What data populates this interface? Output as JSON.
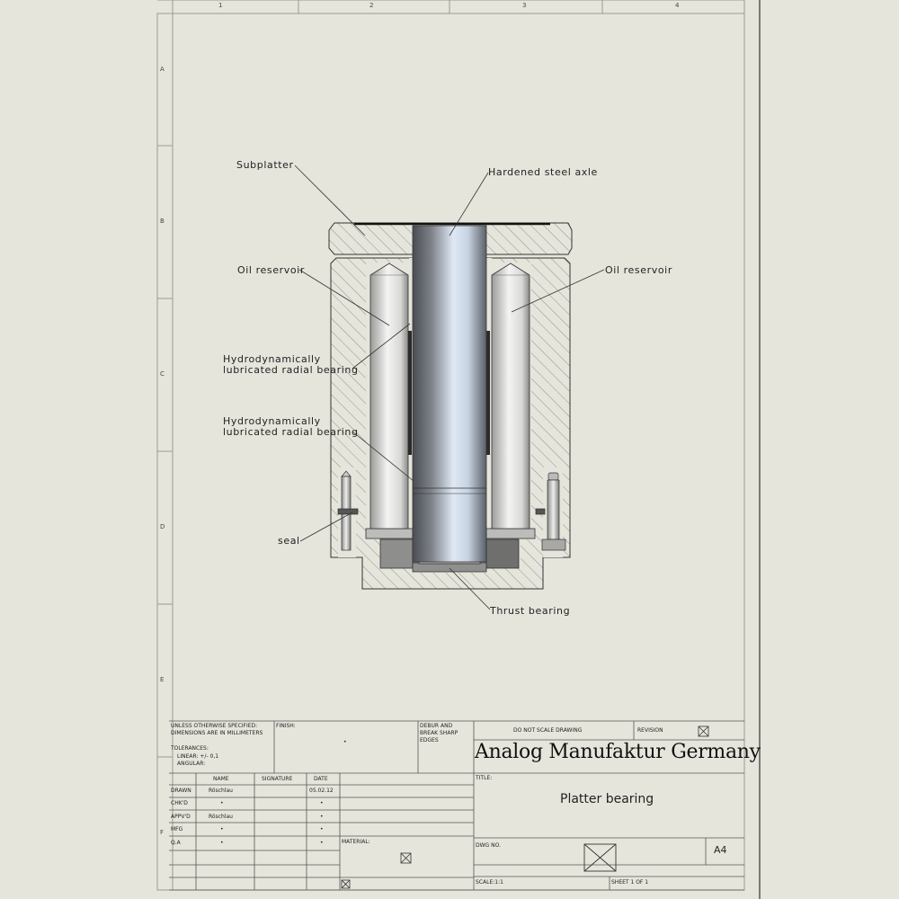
{
  "zones": {
    "columns": [
      "1",
      "2",
      "3",
      "4"
    ],
    "rows": [
      "A",
      "B",
      "C",
      "D",
      "E",
      "F"
    ]
  },
  "callouts": {
    "subplatter": "Subplatter",
    "axle": "Hardened steel axle",
    "oil_left": "Oil reservoir",
    "oil_right": "Oil reservoir",
    "radial_1_line1": "Hydrodynamically",
    "radial_1_line2": "lubricated radial bearing",
    "radial_2_line1": "Hydrodynamically",
    "radial_2_line2": "lubricated radial bearing",
    "seal": "seal",
    "thrust": "Thrust bearing"
  },
  "title_block": {
    "general_note_1": "UNLESS OTHERWISE SPECIFIED:",
    "general_note_2": "DIMENSIONS ARE IN MILLIMETERS",
    "tolerances": "TOLERANCES:",
    "linear": "LINEAR: +/- 0,1",
    "angular": "ANGULAR:",
    "finish": "FINISH:",
    "finish_value": "•",
    "deburr_1": "DEBUR AND",
    "deburr_2": "BREAK SHARP",
    "deburr_3": "EDGES",
    "do_not_scale": "DO NOT SCALE DRAWING",
    "revision": "REVISION",
    "company": "Analog Manufaktur Germany",
    "title_label": "TITLE:",
    "drawing_title": "Platter bearing",
    "col_name": "NAME",
    "col_signature": "SIGNATURE",
    "col_date": "DATE",
    "rows": [
      {
        "role": "DRAWN",
        "name": "Röschlau",
        "date": "05.02.12"
      },
      {
        "role": "CHK'D",
        "name": "•",
        "date": "•"
      },
      {
        "role": "APPV'D",
        "name": "Röschlau",
        "date": "•"
      },
      {
        "role": "MFG",
        "name": "•",
        "date": "•"
      },
      {
        "role": "Q.A",
        "name": "•",
        "date": "•"
      }
    ],
    "material": "MATERIAL:",
    "dwg_no": "DWG NO.",
    "sheet_size": "A4",
    "scale": "SCALE:1:1",
    "sheet": "SHEET 1 OF 1"
  },
  "colors": {
    "paper": "#e6e5dc",
    "line": "#333333",
    "steel_light": "#dce6f2",
    "steel_dark": "#4f5358",
    "pin_light": "#f2f2f0",
    "pin_dark": "#8a8a88"
  }
}
